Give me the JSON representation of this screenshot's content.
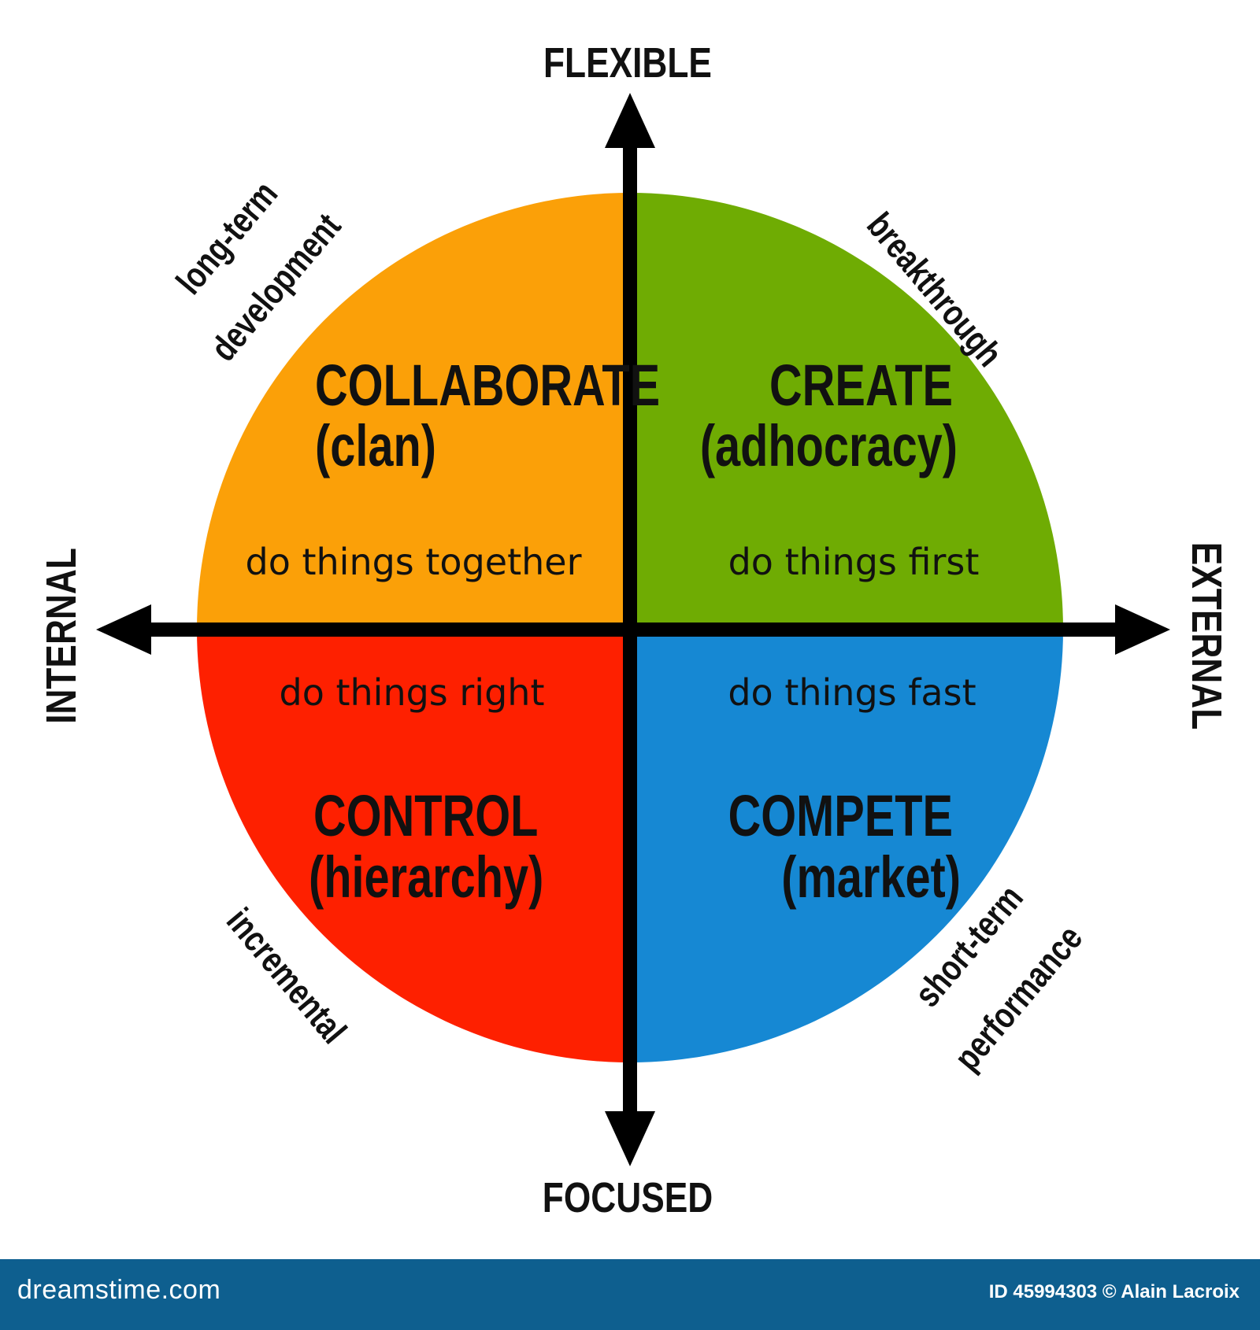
{
  "axes": {
    "top": "FLEXIBLE",
    "bottom": "FOCUSED",
    "left": "INTERNAL",
    "right": "EXTERNAL"
  },
  "quadrants": {
    "top_left": {
      "title": "COLLABORATE",
      "subtitle": "(clan)",
      "motto": "do things together",
      "outer": [
        "long-term",
        "development"
      ],
      "color": "#fba008"
    },
    "top_right": {
      "title": "CREATE",
      "subtitle": "(adhocracy)",
      "motto": "do things first",
      "outer": [
        "breakthrough"
      ],
      "color": "#6fac03"
    },
    "bottom_left": {
      "title": "CONTROL",
      "subtitle": "(hierarchy)",
      "motto": "do things right",
      "outer": [
        "incremental"
      ],
      "color": "#fe2000"
    },
    "bottom_right": {
      "title": "COMPETE",
      "subtitle": "(market)",
      "motto": "do things fast",
      "outer": [
        "short-term",
        "performance"
      ],
      "color": "#1688d3"
    }
  },
  "watermark": {
    "site": "dreamstime.com",
    "credit": "ID 45994303 © Alain Lacroix"
  },
  "colors": {
    "axis": "#000000",
    "footer": "#0e5f8f"
  }
}
